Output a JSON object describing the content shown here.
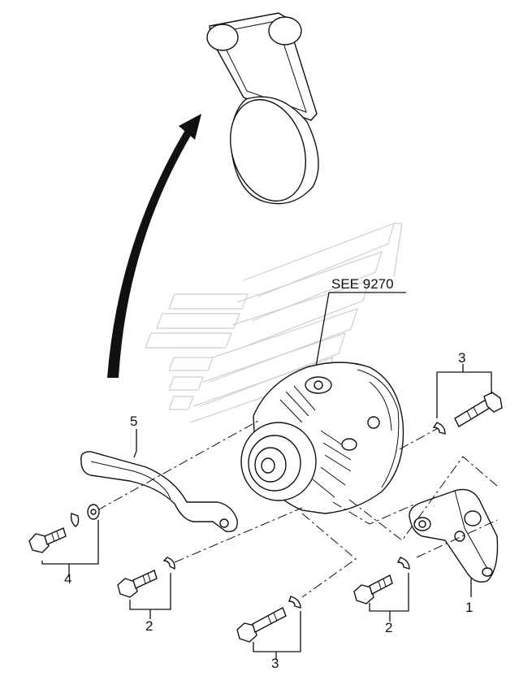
{
  "diagram": {
    "reference": "SEE 9270",
    "callouts": {
      "p1": "1",
      "p2a": "2",
      "p2b": "2",
      "p3a": "3",
      "p3b": "3",
      "p4": "4",
      "p5": "5"
    }
  },
  "colors": {
    "ink": "#111111",
    "watermark": "#cfcfcf",
    "background": "#ffffff"
  }
}
